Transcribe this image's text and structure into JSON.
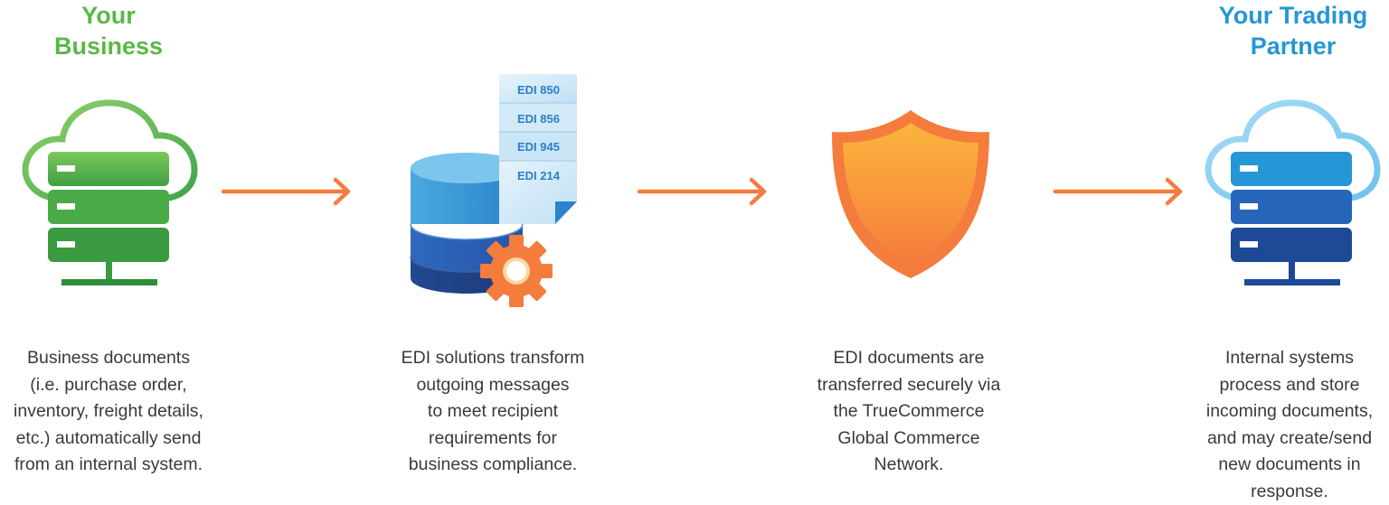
{
  "business": {
    "title_line1": "Your",
    "title_line2": "Business",
    "desc": [
      "Business documents",
      "(i.e. purchase order,",
      "inventory, freight details,",
      "etc.) automatically send",
      "from an internal system."
    ]
  },
  "edi": {
    "documents": [
      "EDI 850",
      "EDI 856",
      "EDI 945",
      "EDI 214"
    ],
    "desc": [
      "EDI solutions transform",
      "outgoing messages",
      "to meet recipient",
      "requirements for",
      "business compliance."
    ]
  },
  "network": {
    "desc": [
      "EDI documents are",
      "transferred securely via",
      "the TrueCommerce",
      "Global Commerce",
      "Network."
    ]
  },
  "partner": {
    "title_line1": "Your Trading",
    "title_line2": "Partner",
    "desc": [
      "Internal systems",
      "process and store",
      "incoming documents,",
      "and may create/send",
      "new documents in",
      "response."
    ]
  },
  "colors": {
    "green": "#5bb848",
    "blue": "#2596d6",
    "orange": "#f47c3c",
    "text": "#3a3a3a"
  }
}
